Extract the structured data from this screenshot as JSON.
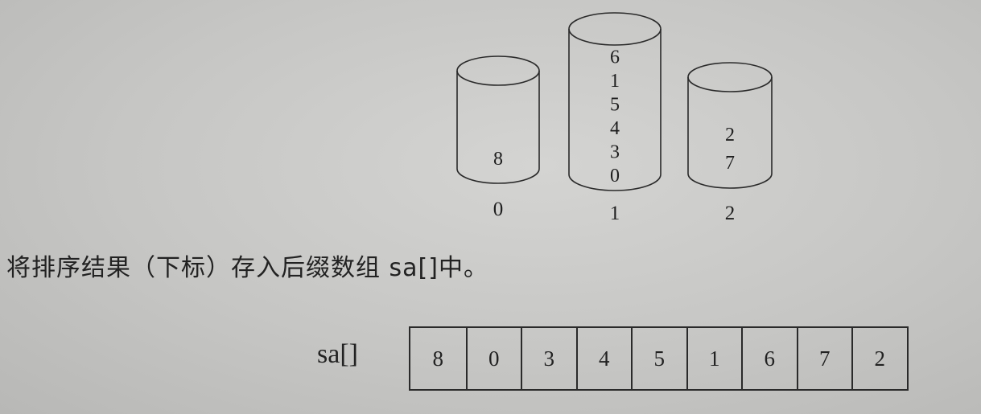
{
  "buckets": [
    {
      "index": "0",
      "items": [
        "8"
      ]
    },
    {
      "index": "1",
      "items": [
        "6",
        "1",
        "5",
        "4",
        "3",
        "0"
      ]
    },
    {
      "index": "2",
      "items": [
        "2",
        "7"
      ]
    }
  ],
  "caption": "将排序结果（下标）存入后缀数组 sa[]中。",
  "suffix_array": {
    "label": "sa[]",
    "values": [
      "8",
      "0",
      "3",
      "4",
      "5",
      "1",
      "6",
      "7",
      "2"
    ]
  }
}
